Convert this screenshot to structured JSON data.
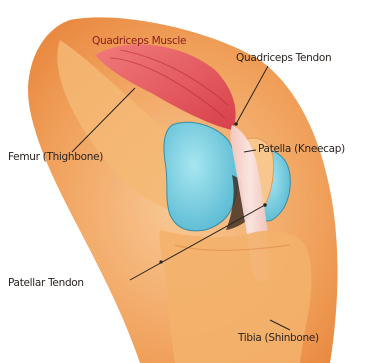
{
  "labels": {
    "quadriceps_muscle": "Quadriceps Muscle",
    "quadriceps_tendon": "Quadriceps Tendon",
    "femur": "Femur (Thighbone)",
    "patella": "Patella (Kneecap)",
    "patellar_tendon": "Patellar Tendon",
    "tibia": "Tibia (Shinbone)"
  },
  "colors": {
    "skin": "#f0a05a",
    "skin_light": "#f7c48a",
    "bone": "#f2b06a",
    "muscle": "#e0474f",
    "cartilage": "#7fd3e4",
    "tendon": "#f6d7d7",
    "leader_line": "#2a2420"
  }
}
